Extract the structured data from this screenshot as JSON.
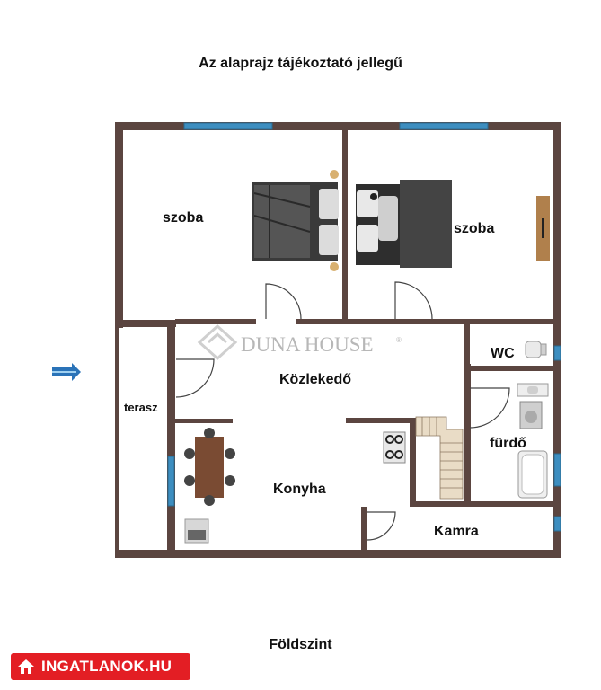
{
  "header": {
    "title": "Az alaprajz tájékoztató jellegű"
  },
  "footer": {
    "level": "Földszint"
  },
  "watermark": {
    "brand": "DUNA HOUSE",
    "mark": "®"
  },
  "badge": {
    "label": "INGATLANOK.HU",
    "color": "#e31e24"
  },
  "rooms": {
    "szoba1": "szoba",
    "szoba2": "szoba",
    "wc": "WC",
    "kozlekedo": "Közlekedő",
    "terasz": "terasz",
    "furdo": "fürdő",
    "konyha": "Konyha",
    "kamra": "Kamra"
  },
  "colors": {
    "wall": "#5b4540",
    "window": "#3d8ec0",
    "arrow": "#2a73b8"
  },
  "icons": [
    "entrance-arrow-icon",
    "bed-icon",
    "dining-table-icon",
    "stove-icon",
    "oven-icon",
    "stairs-icon",
    "bathtub-icon",
    "toilet-icon",
    "sink-icon",
    "washing-machine-icon",
    "house-logo-icon",
    "house-badge-icon"
  ]
}
